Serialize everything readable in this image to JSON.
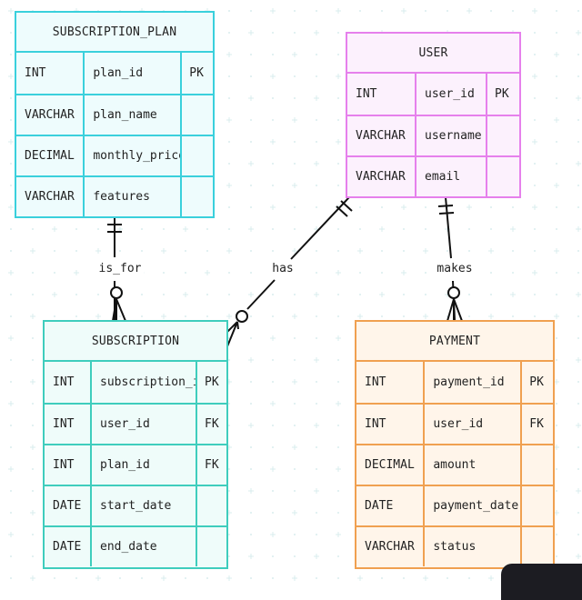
{
  "colors": {
    "cyan_border": "#3ad0dc",
    "cyan_fill": "#eefcfd",
    "teal_border": "#3fcdbd",
    "teal_fill": "#effcfa",
    "magenta_border": "#e680ec",
    "magenta_fill": "#fcf1fd",
    "orange_border": "#f0a050",
    "orange_fill": "#fff5ea",
    "grid_dot": "#d8ecee",
    "line": "#111111"
  },
  "entities": {
    "subscription_plan": {
      "title": "SUBSCRIPTION_PLAN",
      "rows": [
        {
          "type": "INT",
          "name": "plan_id",
          "key": "PK"
        },
        {
          "type": "VARCHAR",
          "name": "plan_name",
          "key": ""
        },
        {
          "type": "DECIMAL",
          "name": "monthly_price",
          "key": ""
        },
        {
          "type": "VARCHAR",
          "name": "features",
          "key": ""
        }
      ]
    },
    "user": {
      "title": "USER",
      "rows": [
        {
          "type": "INT",
          "name": "user_id",
          "key": "PK"
        },
        {
          "type": "VARCHAR",
          "name": "username",
          "key": ""
        },
        {
          "type": "VARCHAR",
          "name": "email",
          "key": ""
        }
      ]
    },
    "subscription": {
      "title": "SUBSCRIPTION",
      "rows": [
        {
          "type": "INT",
          "name": "subscription_id",
          "key": "PK"
        },
        {
          "type": "INT",
          "name": "user_id",
          "key": "FK"
        },
        {
          "type": "INT",
          "name": "plan_id",
          "key": "FK"
        },
        {
          "type": "DATE",
          "name": "start_date",
          "key": ""
        },
        {
          "type": "DATE",
          "name": "end_date",
          "key": ""
        }
      ]
    },
    "payment": {
      "title": "PAYMENT",
      "rows": [
        {
          "type": "INT",
          "name": "payment_id",
          "key": "PK"
        },
        {
          "type": "INT",
          "name": "user_id",
          "key": "FK"
        },
        {
          "type": "DECIMAL",
          "name": "amount",
          "key": ""
        },
        {
          "type": "DATE",
          "name": "payment_date",
          "key": ""
        },
        {
          "type": "VARCHAR",
          "name": "status",
          "key": ""
        }
      ]
    }
  },
  "relationships": {
    "is_for": {
      "label": "is_for",
      "from": "SUBSCRIPTION_PLAN",
      "to": "SUBSCRIPTION",
      "from_card": "exactly-one",
      "to_card": "zero-or-many"
    },
    "has": {
      "label": "has",
      "from": "USER",
      "to": "SUBSCRIPTION",
      "from_card": "exactly-one",
      "to_card": "zero-or-many"
    },
    "makes": {
      "label": "makes",
      "from": "USER",
      "to": "PAYMENT",
      "from_card": "exactly-one",
      "to_card": "zero-or-many"
    }
  }
}
